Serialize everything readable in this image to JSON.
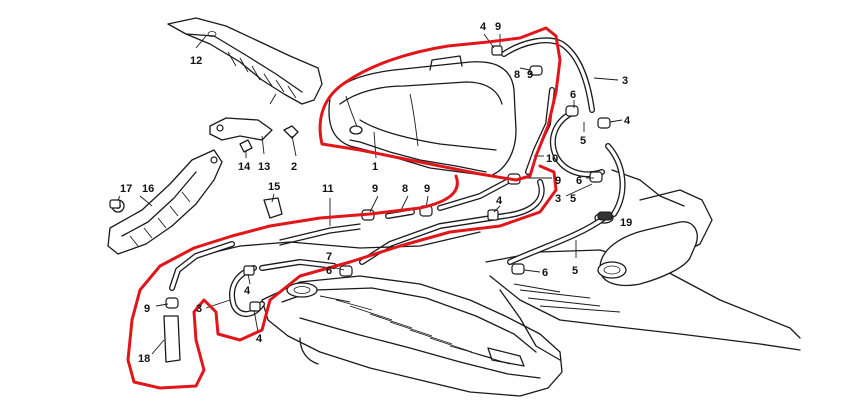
{
  "colors": {
    "outline_highlight": "#e0161b",
    "line_art": "#1a1a1a",
    "background": "#ffffff"
  },
  "callouts": [
    {
      "id": "c1",
      "label": "1"
    },
    {
      "id": "c2",
      "label": "2"
    },
    {
      "id": "c3a",
      "label": "3"
    },
    {
      "id": "c3b",
      "label": "3"
    },
    {
      "id": "c3c",
      "label": "3"
    },
    {
      "id": "c4a",
      "label": "4"
    },
    {
      "id": "c4b",
      "label": "4"
    },
    {
      "id": "c4c",
      "label": "4"
    },
    {
      "id": "c4d",
      "label": "4"
    },
    {
      "id": "c4e",
      "label": "4"
    },
    {
      "id": "c5a",
      "label": "5"
    },
    {
      "id": "c5b",
      "label": "5"
    },
    {
      "id": "c5c",
      "label": "5"
    },
    {
      "id": "c6a",
      "label": "6"
    },
    {
      "id": "c6b",
      "label": "6"
    },
    {
      "id": "c6c",
      "label": "6"
    },
    {
      "id": "c6d",
      "label": "6"
    },
    {
      "id": "c7",
      "label": "7"
    },
    {
      "id": "c8a",
      "label": "8"
    },
    {
      "id": "c8b",
      "label": "8"
    },
    {
      "id": "c9a",
      "label": "9"
    },
    {
      "id": "c9b",
      "label": "9"
    },
    {
      "id": "c9c",
      "label": "9"
    },
    {
      "id": "c9d",
      "label": "9"
    },
    {
      "id": "c9e",
      "label": "9"
    },
    {
      "id": "c9f",
      "label": "9"
    },
    {
      "id": "c10",
      "label": "10"
    },
    {
      "id": "c11",
      "label": "11"
    },
    {
      "id": "c12",
      "label": "12"
    },
    {
      "id": "c13",
      "label": "13"
    },
    {
      "id": "c14",
      "label": "14"
    },
    {
      "id": "c15",
      "label": "15"
    },
    {
      "id": "c16",
      "label": "16"
    },
    {
      "id": "c17",
      "label": "17"
    },
    {
      "id": "c18",
      "label": "18"
    },
    {
      "id": "c19",
      "label": "19"
    }
  ]
}
